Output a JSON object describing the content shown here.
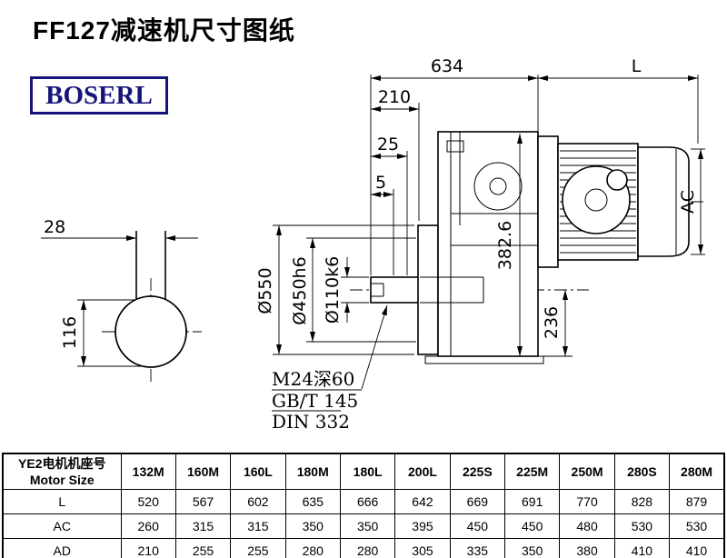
{
  "page": {
    "title": "FF127减速机尺寸图纸",
    "brand": "BOSERL"
  },
  "drawing": {
    "dims": {
      "d634": "634",
      "dL": "L",
      "d210": "210",
      "d25": "25",
      "d5": "5",
      "dAC": "AC",
      "d382": "382.6",
      "d550": "Ø550",
      "d450": "Ø450h6",
      "d110": "Ø110k6",
      "d236": "236",
      "d28": "28",
      "d116": "116"
    },
    "notes": {
      "thread": "M24深60",
      "gb": "GB/T 145",
      "din": "DIN 332"
    }
  },
  "table": {
    "header_cn": "YE2电机机座号",
    "header_en": "Motor Size",
    "columns": [
      "132M",
      "160M",
      "160L",
      "180M",
      "180L",
      "200L",
      "225S",
      "225M",
      "250M",
      "280S",
      "280M"
    ],
    "rows": [
      {
        "label": "L",
        "values": [
          520,
          567,
          602,
          635,
          666,
          642,
          669,
          691,
          770,
          828,
          879
        ]
      },
      {
        "label": "AC",
        "values": [
          260,
          315,
          315,
          350,
          350,
          395,
          450,
          450,
          480,
          530,
          530
        ]
      },
      {
        "label": "AD",
        "values": [
          210,
          255,
          255,
          280,
          280,
          305,
          335,
          350,
          380,
          410,
          410
        ]
      }
    ]
  }
}
